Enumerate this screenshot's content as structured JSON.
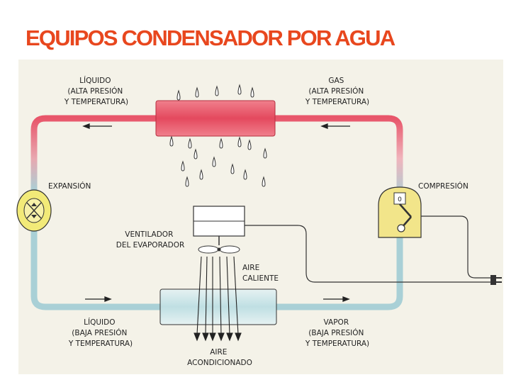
{
  "title": "EQUIPOS CONDENSADOR POR AGUA",
  "labels": {
    "liquid_high": [
      "LÍQUIDO",
      "(ALTA PRESIÓN",
      "Y TEMPERATURA)"
    ],
    "gas_high": [
      "GAS",
      "(ALTA PRESIÓN",
      "Y TEMPERATURA)"
    ],
    "expansion": "EXPANSIÓN",
    "compression": "COMPRESIÓN",
    "fan": [
      "VENTILADOR",
      "DEL EVAPORADOR"
    ],
    "hot_air": [
      "AIRE",
      "CALIENTE"
    ],
    "liquid_low": [
      "LÍQUIDO",
      "(BAJA PRESIÓN",
      "Y TEMPERATURA)"
    ],
    "vapor_low": [
      "VAPOR",
      "(BAJA PRESIÓN",
      "Y TEMPERATURA)"
    ],
    "cond_air": [
      "AIRE",
      "ACONDICIONADO"
    ]
  },
  "colors": {
    "title": "#e8471e",
    "hot_pipe": "#e8566a",
    "cold_pipe": "#a9d0d6",
    "background": "#f4f2e8"
  }
}
